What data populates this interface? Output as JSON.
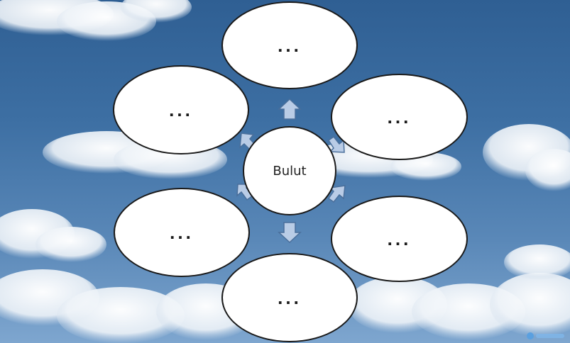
{
  "diagram": {
    "center_label": "Bulut",
    "nodes": [
      {
        "label": "...",
        "position": "top"
      },
      {
        "label": "...",
        "position": "upper-left"
      },
      {
        "label": "...",
        "position": "upper-right"
      },
      {
        "label": "...",
        "position": "lower-left"
      },
      {
        "label": "...",
        "position": "lower-right"
      },
      {
        "label": "...",
        "position": "bottom"
      }
    ]
  },
  "colors": {
    "sky": "#3d6fa3",
    "node_fill": "#ffffff",
    "node_border": "#1a1a1a",
    "arrow_fill": "#b9cce6"
  }
}
